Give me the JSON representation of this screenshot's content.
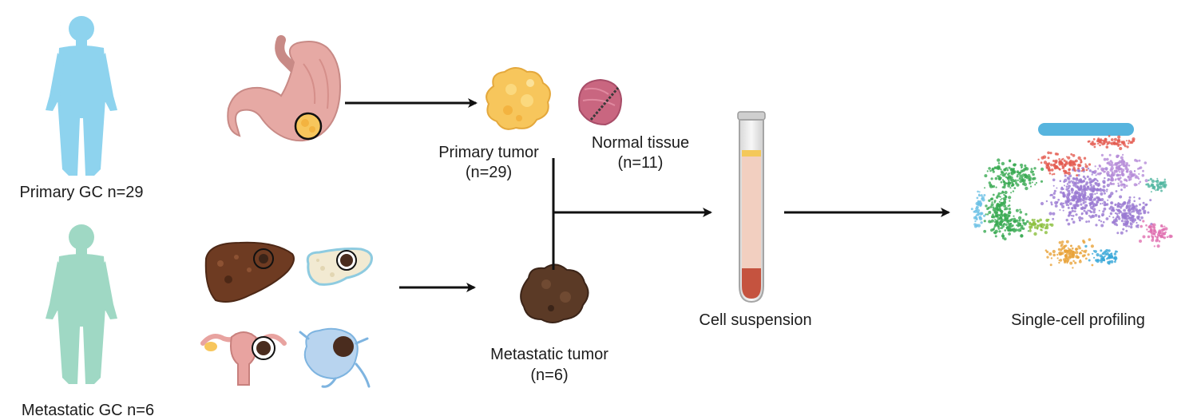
{
  "patients": {
    "primary": {
      "label": "Primary GC n=29",
      "color": "#8ed3ee"
    },
    "metastatic": {
      "label": "Metastatic GC n=6",
      "color": "#9fd8c4"
    }
  },
  "samples": {
    "primary_tumor": {
      "name": "Primary tumor",
      "count": "(n=29)"
    },
    "normal_tissue": {
      "name": "Normal tissue",
      "count": "(n=11)"
    },
    "metastatic_tumor": {
      "name": "Metastatic tumor",
      "count": "(n=6)"
    }
  },
  "steps": {
    "cell_suspension": "Cell suspension",
    "single_cell_profiling": "Single-cell profiling"
  },
  "colors": {
    "arrow": "#111111",
    "stomach": "#e6a9a4",
    "primary_tumor": "#f7c65c",
    "normal_tissue": "#c96680",
    "metastatic_tumor": "#5b3a26",
    "liver": "#6e3b22",
    "tube_fluid": "#f2cfc0",
    "tube_pellet": "#c5533f",
    "cluster_palette": [
      "#3aaa52",
      "#9a79d2",
      "#e35a4f",
      "#e8a23a",
      "#e071b0",
      "#38a7d8",
      "#6cc0e5",
      "#8bbf3d",
      "#b58bd8",
      "#4fb59f"
    ]
  }
}
